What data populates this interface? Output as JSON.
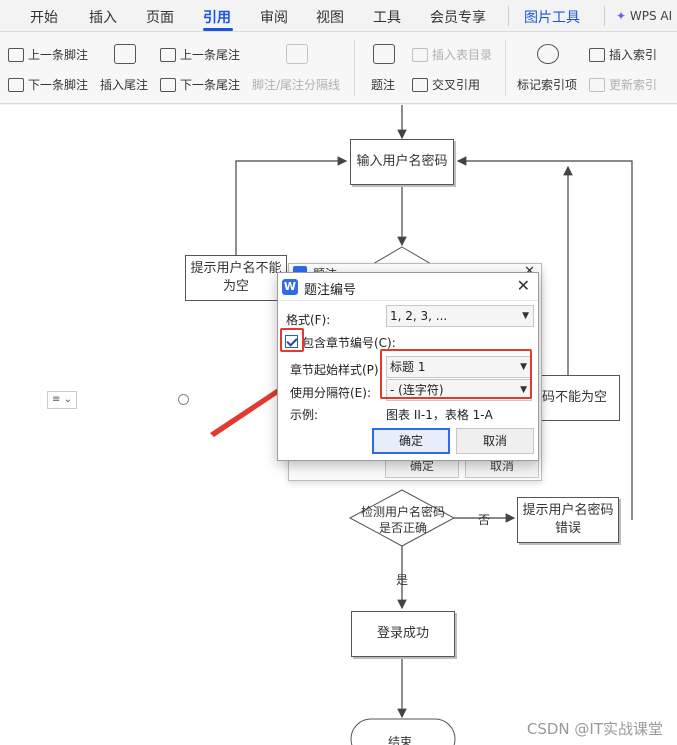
{
  "menu": {
    "tabs": [
      "开始",
      "插入",
      "页面",
      "引用",
      "审阅",
      "视图",
      "工具",
      "会员专享"
    ],
    "active_tab": "引用",
    "tool_tab": "图片工具",
    "wps_ai": "WPS AI"
  },
  "ribbon": {
    "prev_footnote": "上一条脚注",
    "next_footnote": "下一条脚注",
    "insert_endnote": "插入尾注",
    "prev_endnote": "上一条尾注",
    "next_endnote": "下一条尾注",
    "footnote_separator": "脚注/尾注分隔线",
    "caption": "题注",
    "insert_table_of_figures": "插入表目录",
    "cross_reference": "交叉引用",
    "mark_index_entry": "标记索引项",
    "insert_index": "插入索引",
    "update_index": "更新索引"
  },
  "flowchart": {
    "input": "输入用户名密码",
    "empty_username": "提示用户名不能为空",
    "empty_password": "密码不能为空",
    "check": "检测用户名密码是否正确",
    "error": "提示用户名密码错误",
    "no_label": "否",
    "yes_label": "是",
    "success": "登录成功",
    "end": "结束"
  },
  "background_dialog": {
    "title": "题注",
    "ok": "确定",
    "cancel": "取消"
  },
  "dialog": {
    "title": "题注编号",
    "format_label": "格式(F):",
    "format_value": "1, 2, 3, ...",
    "include_chapter_label": "包含章节编号(C):",
    "include_chapter_checked": true,
    "chapter_style_label": "章节起始样式(P)",
    "chapter_style_value": "标题 1",
    "separator_label": "使用分隔符(E):",
    "separator_value": "- (连字符)",
    "example_label": "示例:",
    "example_value": "图表 II-1，表格 1-A",
    "ok": "确定",
    "cancel": "取消"
  },
  "watermark": "CSDN @IT实战课堂",
  "colors": {
    "accent": "#1a56db",
    "highlight": "#e23a2e"
  }
}
